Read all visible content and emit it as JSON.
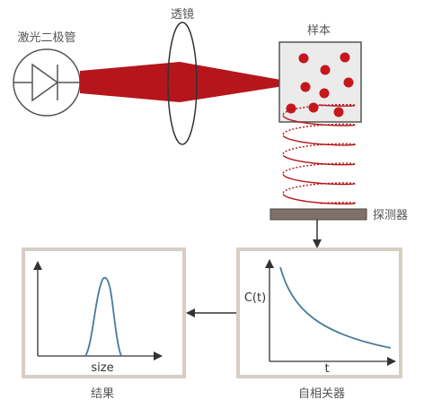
{
  "labels": {
    "laser_diode": "激光二极管",
    "lens": "透镜",
    "sample": "样本",
    "detector": "探测器",
    "result": "结果",
    "autocorrelator": "自相关器"
  },
  "result_panel": {
    "x_axis_label": "size"
  },
  "autocorrelator_panel": {
    "y_axis_label": "C(t)",
    "x_axis_label": "t"
  },
  "colors": {
    "beam": "#b5161b",
    "particles": "#c5171c",
    "panel_border": "#d6cec5",
    "detector": "#7d716a",
    "curve": "#4a7a9c"
  }
}
